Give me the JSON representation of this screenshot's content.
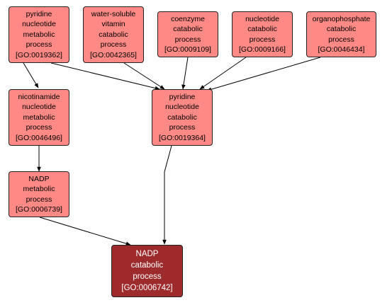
{
  "nodes": {
    "n19362": {
      "lines": [
        "pyridine",
        "nucleotide",
        "metabolic",
        "process",
        "[GO:0019362]"
      ]
    },
    "n42365": {
      "lines": [
        "water-soluble",
        "vitamin",
        "catabolic",
        "process",
        "[GO:0042365]"
      ]
    },
    "n9109": {
      "lines": [
        "coenzyme",
        "catabolic",
        "process",
        "[GO:0009109]"
      ]
    },
    "n9166": {
      "lines": [
        "nucleotide",
        "catabolic",
        "process",
        "[GO:0009166]"
      ]
    },
    "n46434": {
      "lines": [
        "organophosphate",
        "catabolic",
        "process",
        "[GO:0046434]"
      ]
    },
    "n46496": {
      "lines": [
        "nicotinamide",
        "nucleotide",
        "metabolic",
        "process",
        "[GO:0046496]"
      ]
    },
    "n19364": {
      "lines": [
        "pyridine",
        "nucleotide",
        "catabolic",
        "process",
        "[GO:0019364]"
      ]
    },
    "n6739": {
      "lines": [
        "NADP",
        "metabolic",
        "process",
        "[GO:0006739]"
      ]
    },
    "n6742": {
      "lines": [
        "NADP",
        "catabolic",
        "process",
        "[GO:0006742]"
      ]
    }
  },
  "colors": {
    "node_fill": "#ff8a85",
    "focus_fill": "#9e2b2c",
    "edge": "#000000"
  }
}
